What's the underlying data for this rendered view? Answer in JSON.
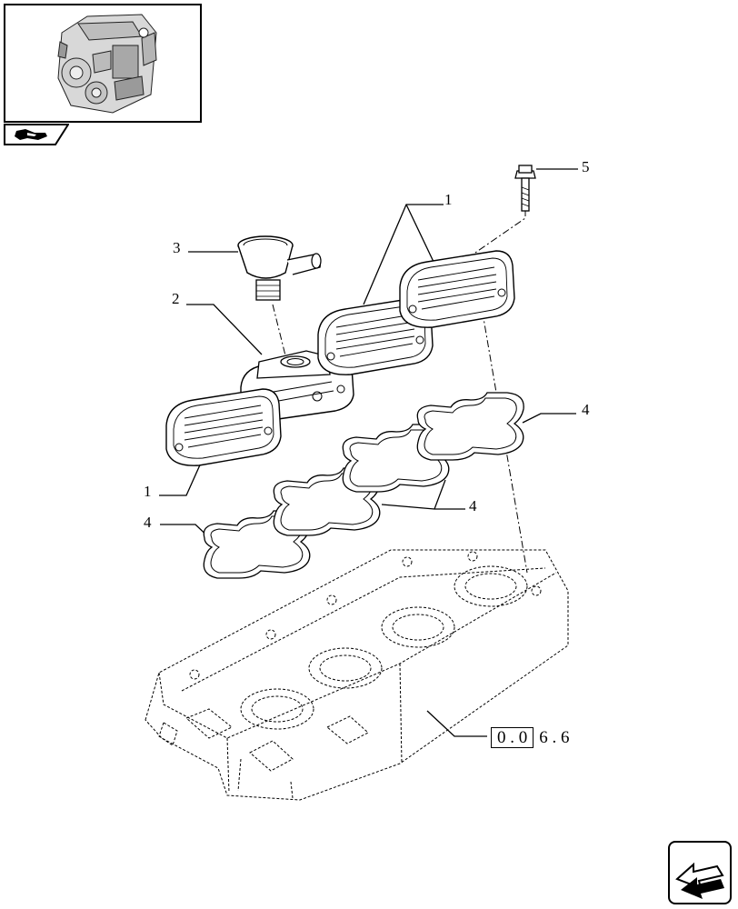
{
  "callouts": {
    "c1_top": "1",
    "c1_bottom": "1",
    "c2": "2",
    "c3": "3",
    "c4_left": "4",
    "c4_mid": "4",
    "c4_right": "4",
    "c5": "5"
  },
  "reference": {
    "boxed": "0 . 0",
    "rest": "6 . 6"
  },
  "icons": {
    "thumbnail": "engine-thumbnail-icon",
    "tab": "book-tab-icon",
    "nav": "next-page-arrow-icon"
  }
}
